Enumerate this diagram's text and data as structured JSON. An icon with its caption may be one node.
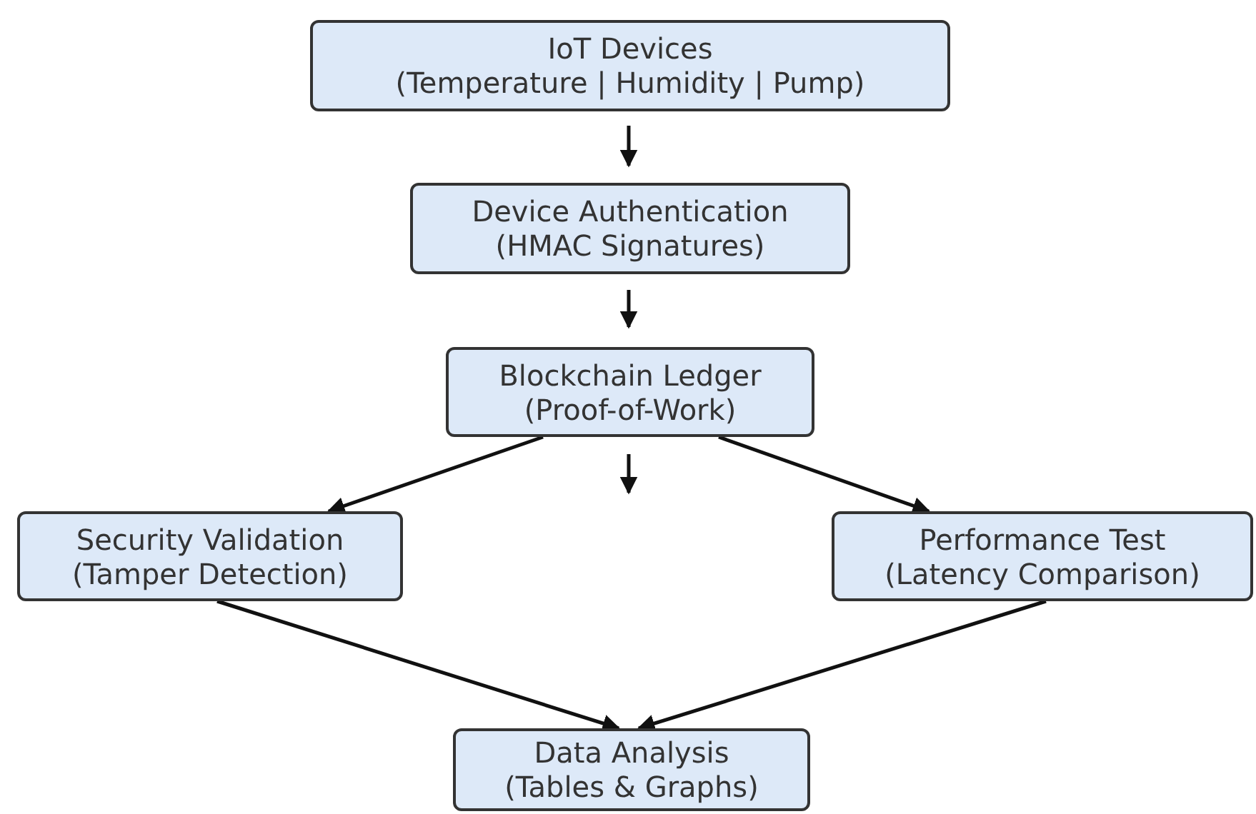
{
  "diagram": {
    "nodes": [
      {
        "text": [
          "IoT Devices",
          "(Temperature | Humidity | Pump)"
        ]
      },
      {
        "text": [
          "Device Authentication",
          "(HMAC Signatures)"
        ]
      },
      {
        "text": [
          "Blockchain Ledger",
          "(Proof-of-Work)"
        ]
      },
      {
        "text": [
          "Security Validation",
          "(Tamper Detection)"
        ]
      },
      {
        "text": [
          "Performance Test",
          "(Latency Comparison)"
        ]
      },
      {
        "text": [
          "Data Analysis",
          "(Tables & Graphs)"
        ]
      }
    ],
    "edges": [
      {
        "from": 0,
        "to": 1,
        "arrow": "to"
      },
      {
        "from": 1,
        "to": 2,
        "arrow": "to"
      },
      {
        "from": 2,
        "to": null,
        "arrow": "to"
      },
      {
        "from": 2,
        "to": 3,
        "arrow": "to"
      },
      {
        "from": 2,
        "to": 4,
        "arrow": "to"
      },
      {
        "from": 3,
        "to": 5,
        "arrow": "to"
      },
      {
        "from": 4,
        "to": 5,
        "arrow": "to"
      }
    ]
  }
}
